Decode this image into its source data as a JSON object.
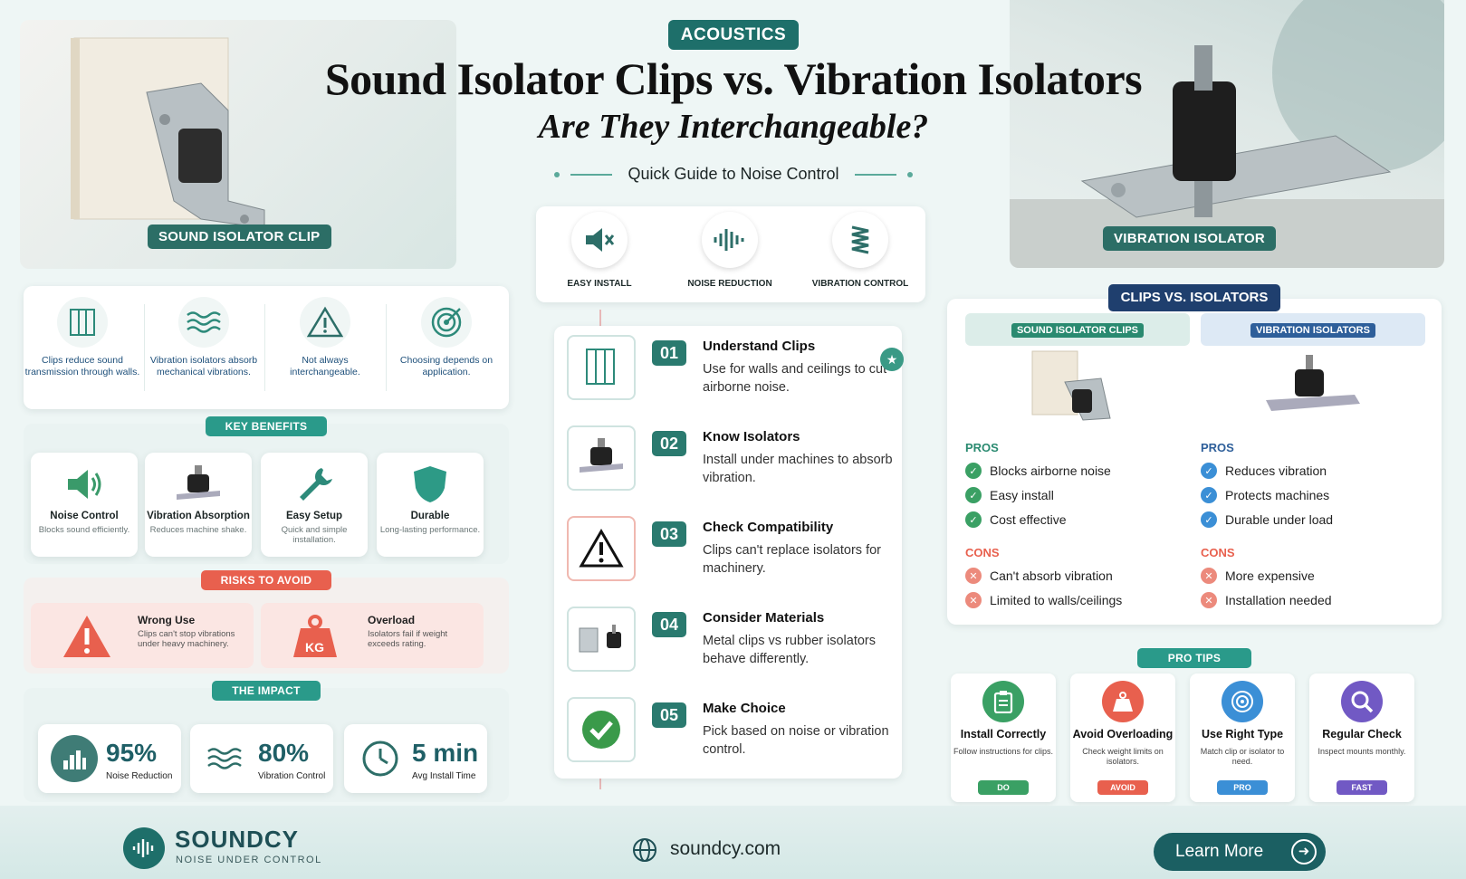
{
  "header": {
    "category": "ACOUSTICS",
    "title": "Sound Isolator Clips vs. Vibration Isolators",
    "subtitle": "Are They Interchangeable?",
    "guide": "Quick Guide to Noise Control",
    "left_image_tag": "SOUND ISOLATOR CLIP",
    "right_image_tag": "VIBRATION ISOLATOR"
  },
  "features": [
    {
      "label": "EASY INSTALL",
      "icon": "speaker-mute-icon"
    },
    {
      "label": "NOISE REDUCTION",
      "icon": "sound-wave-icon"
    },
    {
      "label": "VIBRATION CONTROL",
      "icon": "spring-icon"
    }
  ],
  "info": [
    {
      "text": "Clips reduce sound transmission through walls.",
      "icon": "wall-frame-icon"
    },
    {
      "text": "Vibration isolators absorb mechanical vibrations.",
      "icon": "waves-icon"
    },
    {
      "text": "Not always interchangeable.",
      "icon": "warning-icon"
    },
    {
      "text": "Choosing depends on application.",
      "icon": "target-icon"
    }
  ],
  "benefits": {
    "heading": "KEY BENEFITS",
    "items": [
      {
        "title": "Noise Control",
        "desc": "Blocks sound efficiently.",
        "icon": "speaker-icon"
      },
      {
        "title": "Vibration Absorption",
        "desc": "Reduces machine shake.",
        "icon": "isolator-mount-icon"
      },
      {
        "title": "Easy Setup",
        "desc": "Quick and simple installation.",
        "icon": "wrench-icon"
      },
      {
        "title": "Durable",
        "desc": "Long-lasting performance.",
        "icon": "shield-icon"
      }
    ]
  },
  "risks": {
    "heading": "RISKS TO AVOID",
    "items": [
      {
        "title": "Wrong Use",
        "desc": "Clips can't stop vibrations under heavy machinery.",
        "icon": "warning-icon"
      },
      {
        "title": "Overload",
        "desc": "Isolators fail if weight exceeds rating.",
        "icon": "weight-icon",
        "badge": "KG"
      }
    ]
  },
  "impact": {
    "heading": "THE IMPACT",
    "items": [
      {
        "value": "95%",
        "label": "Noise Reduction",
        "icon": "bar-chart-icon"
      },
      {
        "value": "80%",
        "label": "Vibration Control",
        "icon": "waves-icon"
      },
      {
        "value": "5 min",
        "label": "Avg Install Time",
        "icon": "clock-icon"
      }
    ]
  },
  "steps": [
    {
      "num": "01",
      "title": "Understand Clips",
      "desc": "Use for walls and ceilings to cut airborne noise."
    },
    {
      "num": "02",
      "title": "Know Isolators",
      "desc": "Install under machines to absorb vibration."
    },
    {
      "num": "03",
      "title": "Check Compatibility",
      "desc": "Clips can't replace isolators for machinery."
    },
    {
      "num": "04",
      "title": "Consider Materials",
      "desc": "Metal clips vs rubber isolators behave differently."
    },
    {
      "num": "05",
      "title": "Make Choice",
      "desc": "Pick based on noise or vibration control."
    }
  ],
  "comparison": {
    "heading": "CLIPS VS. ISOLATORS",
    "clips": {
      "header": "SOUND ISOLATOR CLIPS",
      "pros_label": "PROS",
      "pros": [
        "Blocks airborne noise",
        "Easy install",
        "Cost effective"
      ],
      "cons_label": "CONS",
      "cons": [
        "Can't absorb vibration",
        "Limited to walls/ceilings"
      ]
    },
    "isolators": {
      "header": "VIBRATION ISOLATORS",
      "pros_label": "PROS",
      "pros": [
        "Reduces vibration",
        "Protects machines",
        "Durable under load"
      ],
      "cons_label": "CONS",
      "cons": [
        "More expensive",
        "Installation needed"
      ]
    }
  },
  "tips": {
    "heading": "PRO TIPS",
    "items": [
      {
        "title": "Install Correctly",
        "desc": "Follow instructions for clips.",
        "badge": "DO",
        "color": "#3aa064",
        "icon": "clipboard-icon"
      },
      {
        "title": "Avoid Overloading",
        "desc": "Check weight limits on isolators.",
        "badge": "AVOID",
        "color": "#e8604e",
        "icon": "weight-icon"
      },
      {
        "title": "Use Right Type",
        "desc": "Match clip or isolator to need.",
        "badge": "PRO",
        "color": "#3b8fd6",
        "icon": "target-icon"
      },
      {
        "title": "Regular Check",
        "desc": "Inspect mounts monthly.",
        "badge": "FAST",
        "color": "#7159c4",
        "icon": "magnifier-icon"
      }
    ]
  },
  "footer": {
    "brand": "SOUNDCY",
    "tagline": "NOISE UNDER CONTROL",
    "website": "soundcy.com",
    "cta": "Learn More"
  },
  "colors": {
    "primary": "#1e6f6a",
    "navy": "#1f3f6e",
    "risk": "#e8604e",
    "pros_green": "#3aa064",
    "pros_blue": "#3b8fd6",
    "cons": "#e8604e"
  }
}
